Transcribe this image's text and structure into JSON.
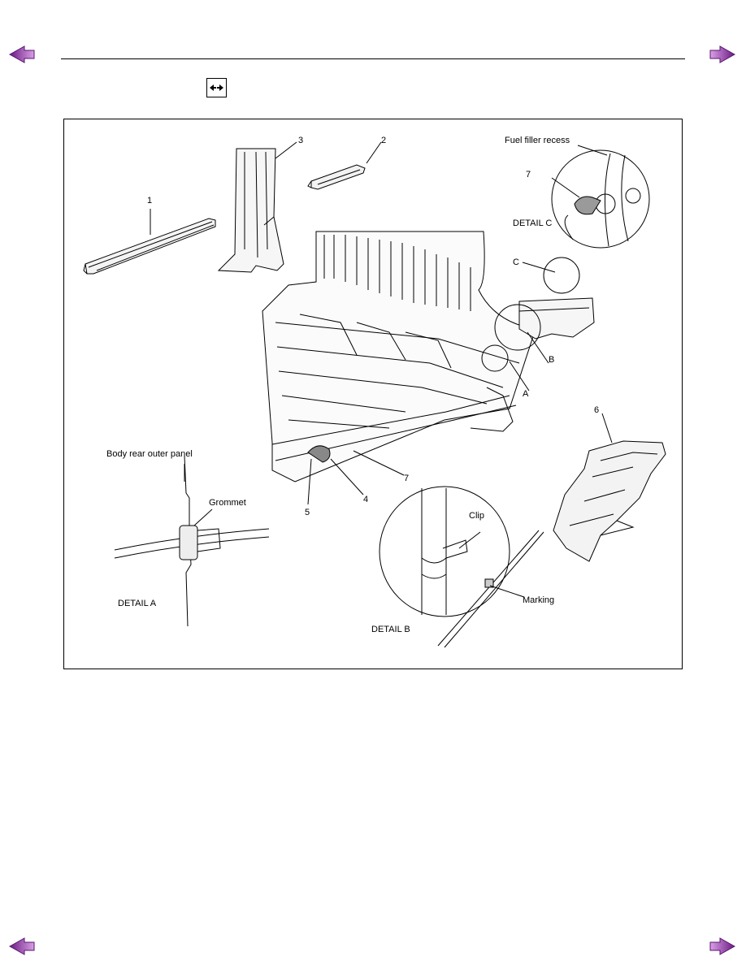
{
  "navigation": {
    "prev_icon": "left-arrow-icon",
    "next_icon": "right-arrow-icon",
    "arrow_color": "#9b30b0"
  },
  "toolbar": {
    "swap_icon": "double-arrow-icon"
  },
  "figure": {
    "callouts": {
      "c1": "1",
      "c2": "2",
      "c3": "3",
      "c4": "4",
      "c5": "5",
      "c6": "6",
      "c7_main": "7",
      "c7_detail": "7",
      "a": "A",
      "b": "B",
      "c": "C"
    },
    "labels": {
      "fuel_filler_recess": "Fuel filler recess",
      "detail_c": "DETAIL C",
      "body_rear_outer_panel": "Body rear outer panel",
      "grommet": "Grommet",
      "detail_a": "DETAIL A",
      "clip": "Clip",
      "marking": "Marking",
      "detail_b": "DETAIL B"
    }
  }
}
